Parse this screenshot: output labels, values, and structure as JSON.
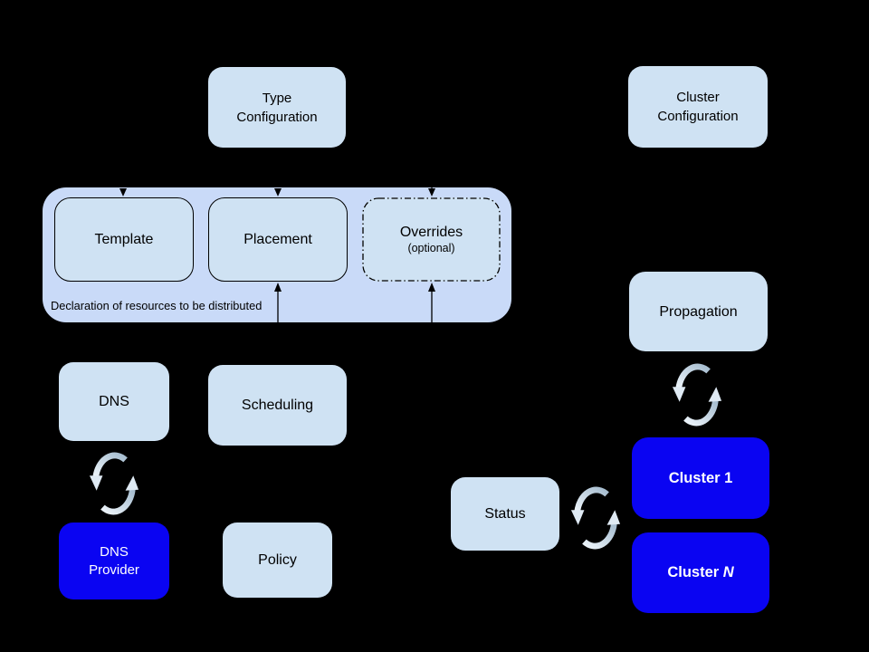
{
  "colors": {
    "bg": "#000000",
    "light_box": "#cfe2f3",
    "container_box": "#c9daf8",
    "blue_box": "#0a04f2",
    "sync_light": "#e3edf6",
    "sync_dark": "#a5bccf"
  },
  "boxes": {
    "type_config": {
      "line1": "Type",
      "line2": "Configuration"
    },
    "cluster_config": {
      "line1": "Cluster",
      "line2": "Configuration"
    },
    "template": {
      "label": "Template"
    },
    "placement": {
      "label": "Placement"
    },
    "overrides": {
      "label": "Overrides",
      "sublabel": "(optional)"
    },
    "container": {
      "caption": "Declaration of resources to be distributed"
    },
    "dns": {
      "label": "DNS"
    },
    "scheduling": {
      "label": "Scheduling"
    },
    "dns_provider": {
      "line1": "DNS",
      "line2": "Provider"
    },
    "policy": {
      "label": "Policy"
    },
    "status": {
      "label": "Status"
    },
    "propagation": {
      "label": "Propagation"
    },
    "cluster_1": {
      "label": "Cluster 1"
    },
    "cluster_n": {
      "prefix": "Cluster ",
      "variable": "N"
    }
  },
  "icons": [
    {
      "name": "sync-icon",
      "location": "dns-to-dns-provider"
    },
    {
      "name": "sync-icon",
      "location": "propagation-to-cluster-1"
    },
    {
      "name": "sync-icon",
      "location": "status-to-cluster-1"
    }
  ]
}
